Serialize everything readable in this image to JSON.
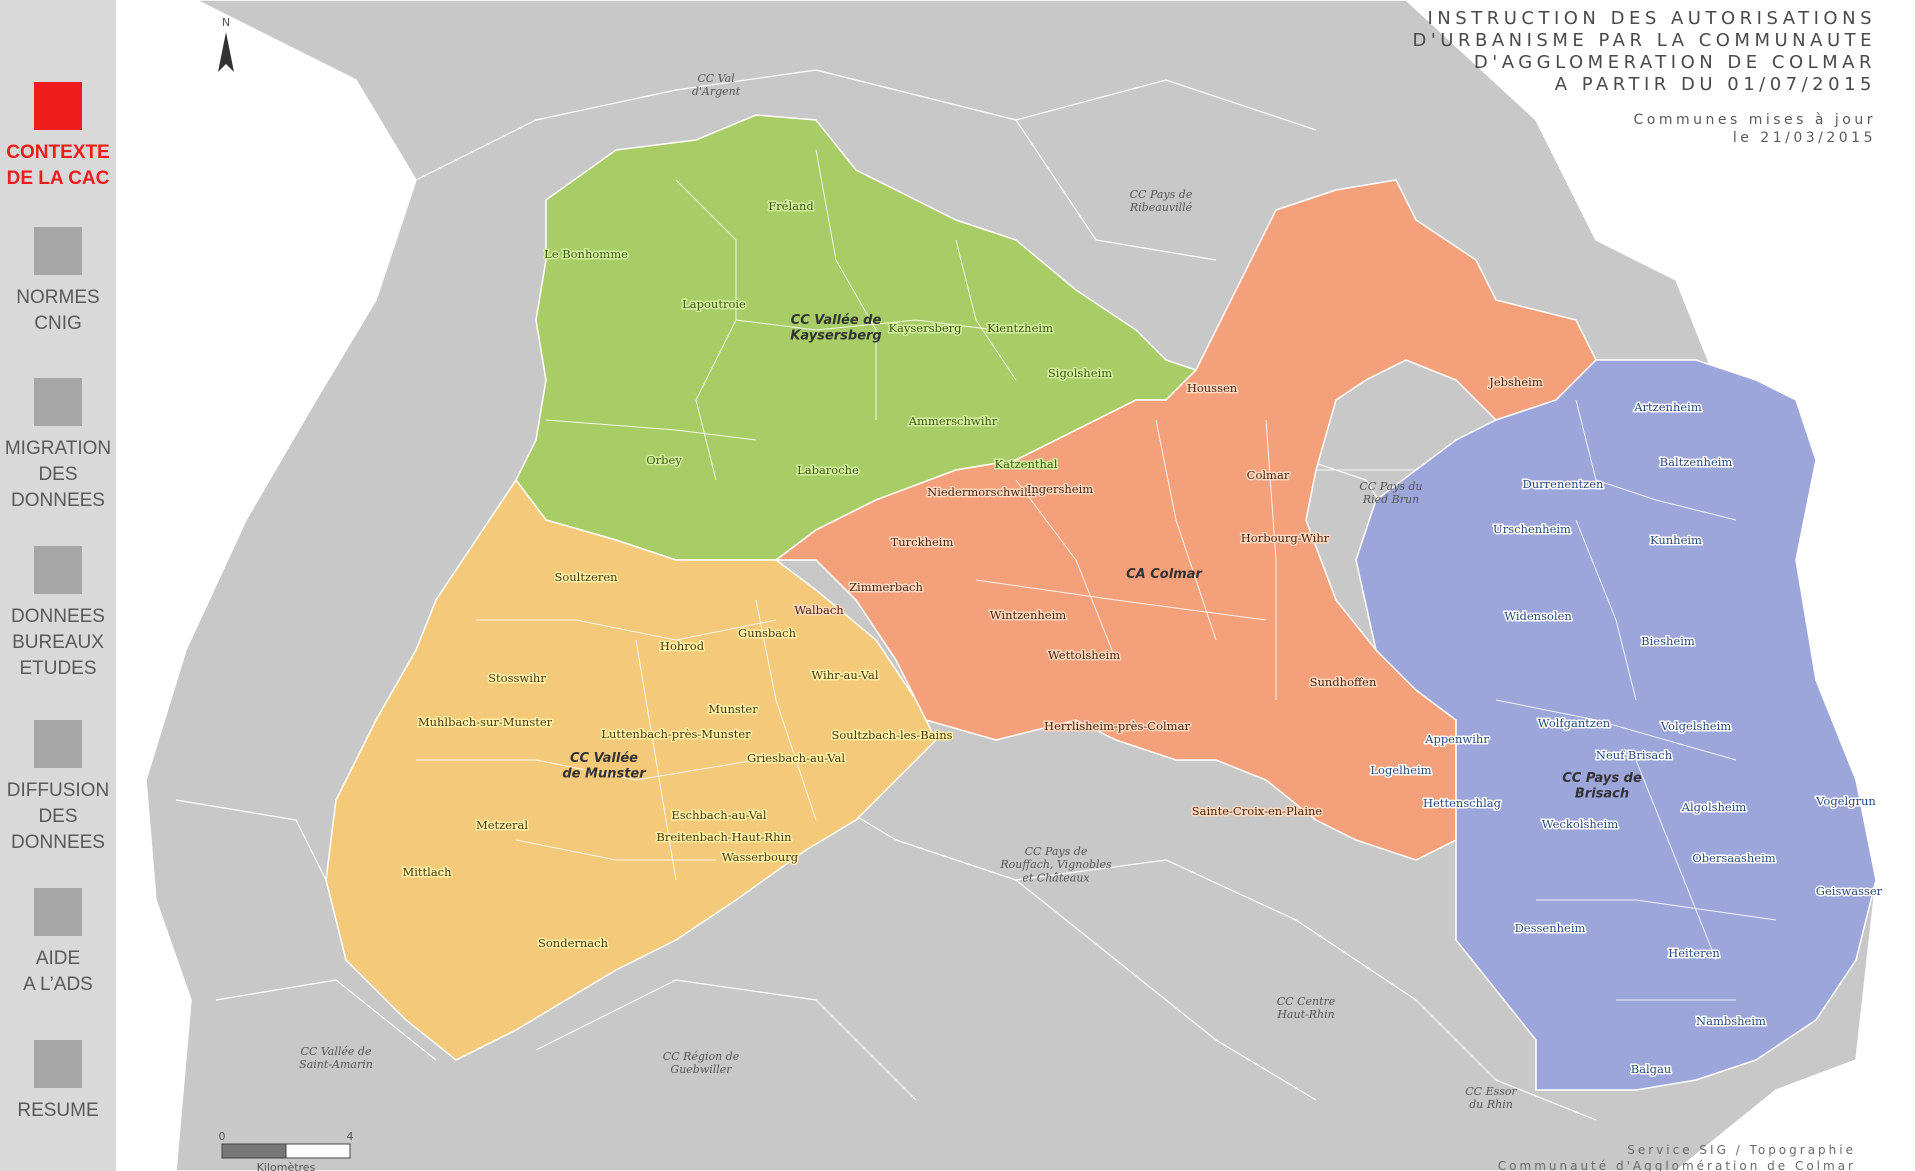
{
  "colors": {
    "active": "#ee1c1c",
    "inactive": "#a6a6a6",
    "sidebar_bg": "#d9d9d9",
    "map_background": "#c8c8c8",
    "kaysersberg": "#a8cc66",
    "munster": "#f5c97a",
    "colmar": "#f4a07a",
    "brisach": "#9ca6da"
  },
  "sidebar": {
    "items": [
      {
        "label": "CONTEXTE\nDE LA CAC",
        "active": true
      },
      {
        "label": "NORMES\nCNIG",
        "active": false
      },
      {
        "label": "MIGRATION\nDES\nDONNEES",
        "active": false
      },
      {
        "label": "DONNEES\nBUREAUX\nETUDES",
        "active": false
      },
      {
        "label": "DIFFUSION\nDES\nDONNEES",
        "active": false
      },
      {
        "label": "AIDE\nA L’ADS",
        "active": false
      },
      {
        "label": "RESUME",
        "active": false
      }
    ]
  },
  "map": {
    "north": "N",
    "title_lines": [
      "INSTRUCTION DES AUTORISATIONS",
      "D'URBANISME PAR LA COMMUNAUTE",
      "D'AGGLOMERATION DE COLMAR",
      "A PARTIR DU 01/07/2015"
    ],
    "subtitle_lines": [
      "Communes mises à jour",
      "le 21/03/2015"
    ],
    "credit_lines": [
      "Service SIG / Topographie",
      "Communauté d'Agglomération de Colmar"
    ],
    "scale": {
      "start": "0",
      "end": "4",
      "unit": "Kilomètres"
    },
    "cc_labels": [
      "CC Val\nd'Argent",
      "CC Pays de\nRibeauvillé",
      "CC Pays du\nRied Brun",
      "CC Pays de\nRouffach, Vignobles\net Châteaux",
      "CC Centre\nHaut-Rhin",
      "CC Vallée de\nSaint-Amarin",
      "CC Région de\nGuebwiller",
      "CC Essor\ndu Rhin"
    ],
    "regions": {
      "kaysersberg": {
        "name": "CC Vallée de\nKaysersberg",
        "communes": [
          "Fréland",
          "Le Bonhomme",
          "Lapoutroie",
          "Kaysersberg",
          "Kientzheim",
          "Sigolsheim",
          "Ammerschwihr",
          "Orbey",
          "Labaroche",
          "Katzenthal"
        ]
      },
      "munster": {
        "name": "CC Vallée\nde Munster",
        "communes": [
          "Soultzeren",
          "Hohrod",
          "Gunsbach",
          "Stosswihr",
          "Wihr-au-Val",
          "Munster",
          "Muhlbach-sur-Munster",
          "Luttenbach-près-Munster",
          "Soultzbach-les-Bains",
          "Griesbach-au-Val",
          "Metzeral",
          "Eschbach-au-Val",
          "Breitenbach-Haut-Rhin",
          "Wasserbourg",
          "Mittlach",
          "Sondernach"
        ]
      },
      "colmar": {
        "name": "CA Colmar",
        "communes": [
          "Houssen",
          "Jebsheim",
          "Colmar",
          "Niedermorschwihr",
          "Ingersheim",
          "Turckheim",
          "Horbourg-Wihr",
          "Zimmerbach",
          "Walbach",
          "Wintzenheim",
          "Wettolsheim",
          "Sundhoffen",
          "Herrlisheim-près-Colmar",
          "Sainte-Croix-en-Plaine"
        ]
      },
      "brisach": {
        "name": "CC Pays de\nBrisach",
        "communes": [
          "Artzenheim",
          "Baltzenheim",
          "Durrenentzen",
          "Urschenheim",
          "Kunheim",
          "Widensolen",
          "Biesheim",
          "Wolfgantzen",
          "Appenwihr",
          "Volgelsheim",
          "Neuf-Brisach",
          "Logelheim",
          "Hettenschlag",
          "Weckolsheim",
          "Algolsheim",
          "Vogelgrun",
          "Obersaasheim",
          "Geiswasser",
          "Dessenheim",
          "Heiteren",
          "Nambsheim",
          "Balgau"
        ]
      }
    }
  }
}
